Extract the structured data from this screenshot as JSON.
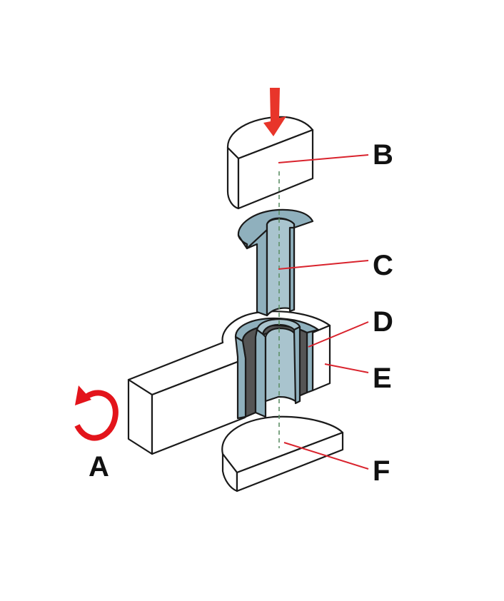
{
  "labels": {
    "a": "A",
    "b": "B",
    "c": "C",
    "d": "D",
    "e": "E",
    "f": "F"
  },
  "colors": {
    "background": "#ffffff",
    "outline": "#1a1a1a",
    "part_face": "#ffffff",
    "sleeve": "#8fb0bd",
    "sleeve_inner": "#a9c4ce",
    "bearing": "#555555",
    "leader_line": "#d9232d",
    "force_arrow": "#e8352a",
    "rotation_arrow": "#e3141b",
    "axis_line": "#5e8f67"
  },
  "icons": {
    "force": "down-arrow-icon",
    "rotation": "rotate-ccw-icon"
  }
}
